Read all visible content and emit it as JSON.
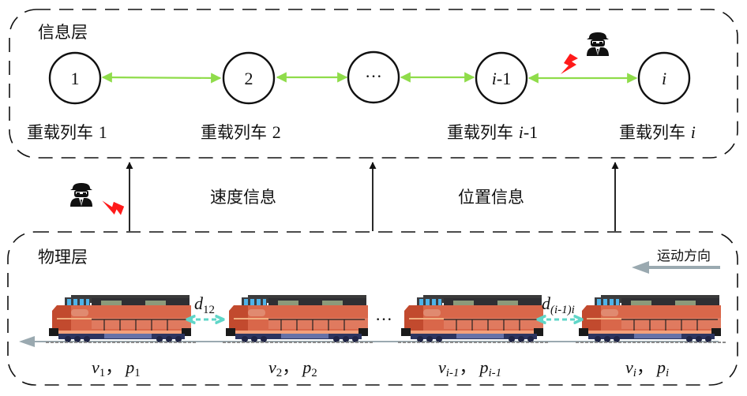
{
  "info_layer": {
    "title": "信息层",
    "nodes": [
      {
        "id": "node-1",
        "label": "1",
        "caption_prefix": "重载列车 ",
        "caption_var": "1"
      },
      {
        "id": "node-2",
        "label": "2",
        "caption_prefix": "重载列车 ",
        "caption_var": "2"
      },
      {
        "id": "node-dots",
        "label": "···",
        "caption_prefix": "",
        "caption_var": ""
      },
      {
        "id": "node-i-1",
        "label_var": "i",
        "label_suffix": "-1",
        "caption_prefix": "重载列车 ",
        "caption_var": "i",
        "caption_suffix": "-1"
      },
      {
        "id": "node-i",
        "label_var": "i",
        "caption_prefix": "重载列车 ",
        "caption_var": "i"
      }
    ],
    "link_color": "#8fdc4a",
    "attack_color": "#ff1a1a"
  },
  "middle": {
    "speed_info": "速度信息",
    "position_info": "位置信息"
  },
  "physical_layer": {
    "title": "物理层",
    "direction_label": "运动方向",
    "direction_arrow_color": "#9aa9b0",
    "gap_color": "#5fd6c8",
    "ellipsis": "···",
    "gaps": [
      {
        "base": "d",
        "sub": "12"
      },
      {
        "base": "d",
        "sub": "(i-1)i"
      }
    ],
    "trains": [
      {
        "v": "v",
        "v_sub": "1",
        "p": "p",
        "p_sub": "1",
        "sep": "，"
      },
      {
        "v": "v",
        "v_sub": "2",
        "p": "p",
        "p_sub": "2",
        "sep": "，"
      },
      {
        "v": "v",
        "v_sub": "i-1",
        "p": "p",
        "p_sub": "i-1",
        "sep": "，"
      },
      {
        "v": "v",
        "v_sub": "i",
        "p": "p",
        "p_sub": "i",
        "sep": "，"
      }
    ]
  },
  "icons": {
    "hacker": "hacker-icon",
    "lightning": "lightning-icon",
    "train": "locomotive-icon"
  }
}
